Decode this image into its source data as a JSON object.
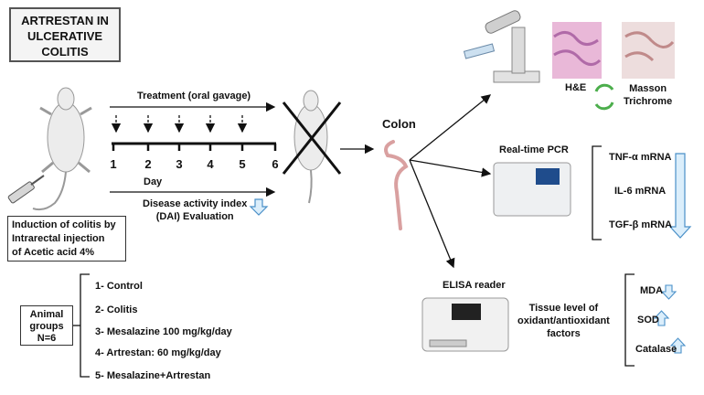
{
  "title": "ARTRESTAN IN ULCERATIVE COLITIS",
  "title_lines": [
    "ARTRESTAN IN",
    "ULCERATIVE",
    "COLITIS"
  ],
  "induction": [
    "Induction of colitis by",
    "Intrarectal injection",
    "of Acetic acid 4%"
  ],
  "treatment_label": "Treatment (oral gavage)",
  "days": [
    "1",
    "2",
    "3",
    "4",
    "5",
    "6"
  ],
  "day_label": "Day",
  "dai_label": [
    "Disease activity index",
    "(DAI) Evaluation"
  ],
  "colon_label": "Colon",
  "histology": {
    "he": "H&E",
    "masson": [
      "Masson",
      "Trichrome"
    ]
  },
  "pcr": {
    "title": "Real-time PCR",
    "markers": [
      "TNF-α mRNA",
      "IL-6 mRNA",
      "TGF-β mRNA"
    ]
  },
  "elisa": {
    "title": "ELISA reader",
    "tissue_label": [
      "Tissue level of",
      "oxidant/antioxidant",
      "factors"
    ],
    "markers": [
      "MDA",
      "SOD",
      "Catalase"
    ],
    "directions": [
      "down",
      "up",
      "up"
    ]
  },
  "animal_groups": {
    "box": [
      "Animal",
      "groups",
      "N=6"
    ],
    "items": [
      "1- Control",
      "2- Colitis",
      "3- Mesalazine  100 mg/kg/day",
      "4- Artrestan:  60 mg/kg/day",
      "5- Mesalazine+Artrestan"
    ]
  },
  "colors": {
    "arrow_fill": "#dbeefb",
    "arrow_stroke": "#4a90c8",
    "line": "#111111"
  }
}
